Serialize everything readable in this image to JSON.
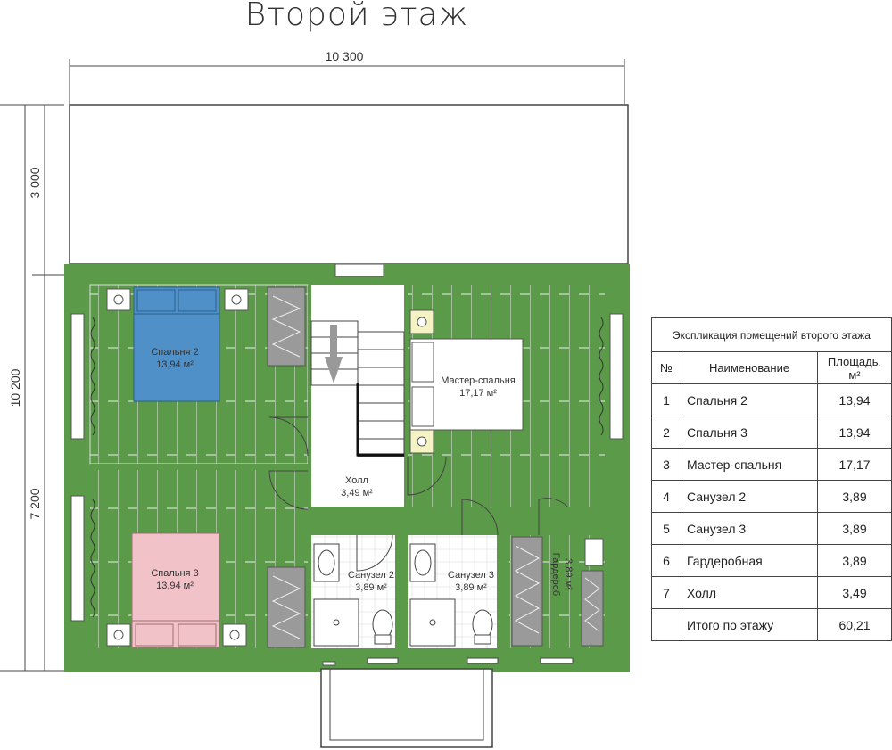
{
  "title": "Второй этаж",
  "dimensions": {
    "width_top": "10 300",
    "height_total": "10 200",
    "height_terrace": "3 000",
    "height_floor": "7 200"
  },
  "rooms": {
    "bedroom2": {
      "name": "Спальня 2",
      "area": "13,94 м²"
    },
    "bedroom3": {
      "name": "Спальня 3",
      "area": "13,94 м²"
    },
    "master": {
      "name": "Мастер-спальня",
      "area": "17,17 м²"
    },
    "hall": {
      "name": "Холл",
      "area": "3,49 м²"
    },
    "bath2": {
      "name": "Санузел 2",
      "area": "3,89 м²"
    },
    "bath3": {
      "name": "Санузел 3",
      "area": "3,89 м²"
    },
    "wardrobe": {
      "name": "Гардероб",
      "area": "3,89 м²"
    }
  },
  "table": {
    "caption": "Экспликация помещений второго этажа",
    "headers": {
      "num": "№",
      "name": "Наименование",
      "area": "Площадь, м²"
    },
    "rows": [
      {
        "num": "1",
        "name": "Спальня 2",
        "area": "13,94"
      },
      {
        "num": "2",
        "name": "Спальня 3",
        "area": "13,94"
      },
      {
        "num": "3",
        "name": "Мастер-спальня",
        "area": "17,17"
      },
      {
        "num": "4",
        "name": "Санузел 2",
        "area": "3,89"
      },
      {
        "num": "5",
        "name": "Санузел 3",
        "area": "3,89"
      },
      {
        "num": "6",
        "name": "Гардеробная",
        "area": "3,89"
      },
      {
        "num": "7",
        "name": "Холл",
        "area": "3,49"
      }
    ],
    "total": {
      "name": "Итого по этажу",
      "area": "60,21"
    }
  },
  "colors": {
    "wall": "#5b9a48",
    "bed_blue": "#4f90c8",
    "bed_pink": "#f1c2c7",
    "accent_yellow": "#f5f2c4"
  }
}
